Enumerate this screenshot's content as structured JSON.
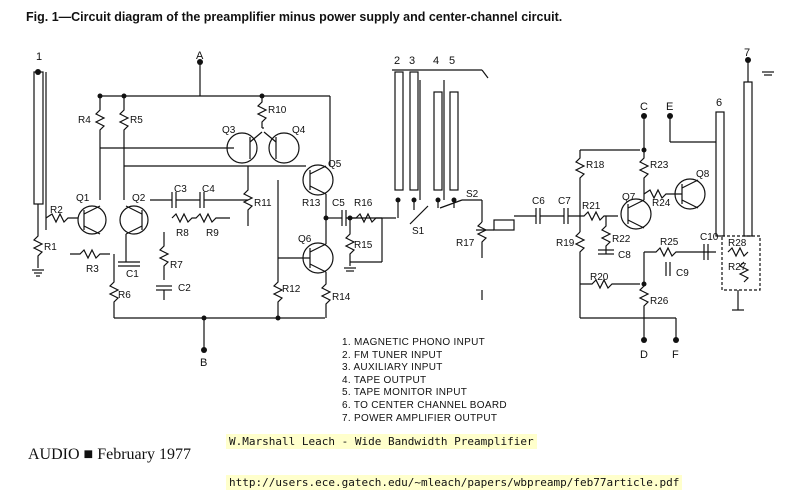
{
  "caption": "Fig. 1—Circuit diagram of the preamplifier minus power supply and center-channel circuit.",
  "components": {
    "transistors": [
      "Q1",
      "Q2",
      "Q3",
      "Q4",
      "Q5",
      "Q6",
      "Q7",
      "Q8"
    ],
    "resistors": [
      "R1",
      "R2",
      "R3",
      "R4",
      "R5",
      "R6",
      "R7",
      "R8",
      "R9",
      "R10",
      "R11",
      "R12",
      "R13",
      "R14",
      "R15",
      "R16",
      "R17",
      "R18",
      "R19",
      "R20",
      "R21",
      "R22",
      "R23",
      "R24",
      "R25",
      "R26",
      "R27",
      "R28"
    ],
    "capacitors": [
      "C1",
      "C2",
      "C3",
      "C4",
      "C5",
      "C6",
      "C7",
      "C8",
      "C9",
      "C10"
    ],
    "switches": [
      "S1",
      "S2"
    ],
    "nodes": [
      "A",
      "B",
      "C",
      "D",
      "E",
      "F"
    ],
    "terminals": [
      "1",
      "2",
      "3",
      "4",
      "5",
      "6",
      "7"
    ]
  },
  "legend": [
    "1. MAGNETIC PHONO INPUT",
    "2. FM TUNER INPUT",
    "3. AUXILIARY INPUT",
    "4. TAPE OUTPUT",
    "5. TAPE MONITOR INPUT",
    "6. TO CENTER CHANNEL BOARD",
    "7. POWER AMPLIFIER OUTPUT"
  ],
  "footer": {
    "journal": "AUDIO",
    "issue": "February 1977",
    "credit": "W.Marshall Leach - Wide Bandwidth Preamplifier",
    "url": "http://users.ece.gatech.edu/~mleach/papers/wbpreamp/feb77article.pdf"
  }
}
